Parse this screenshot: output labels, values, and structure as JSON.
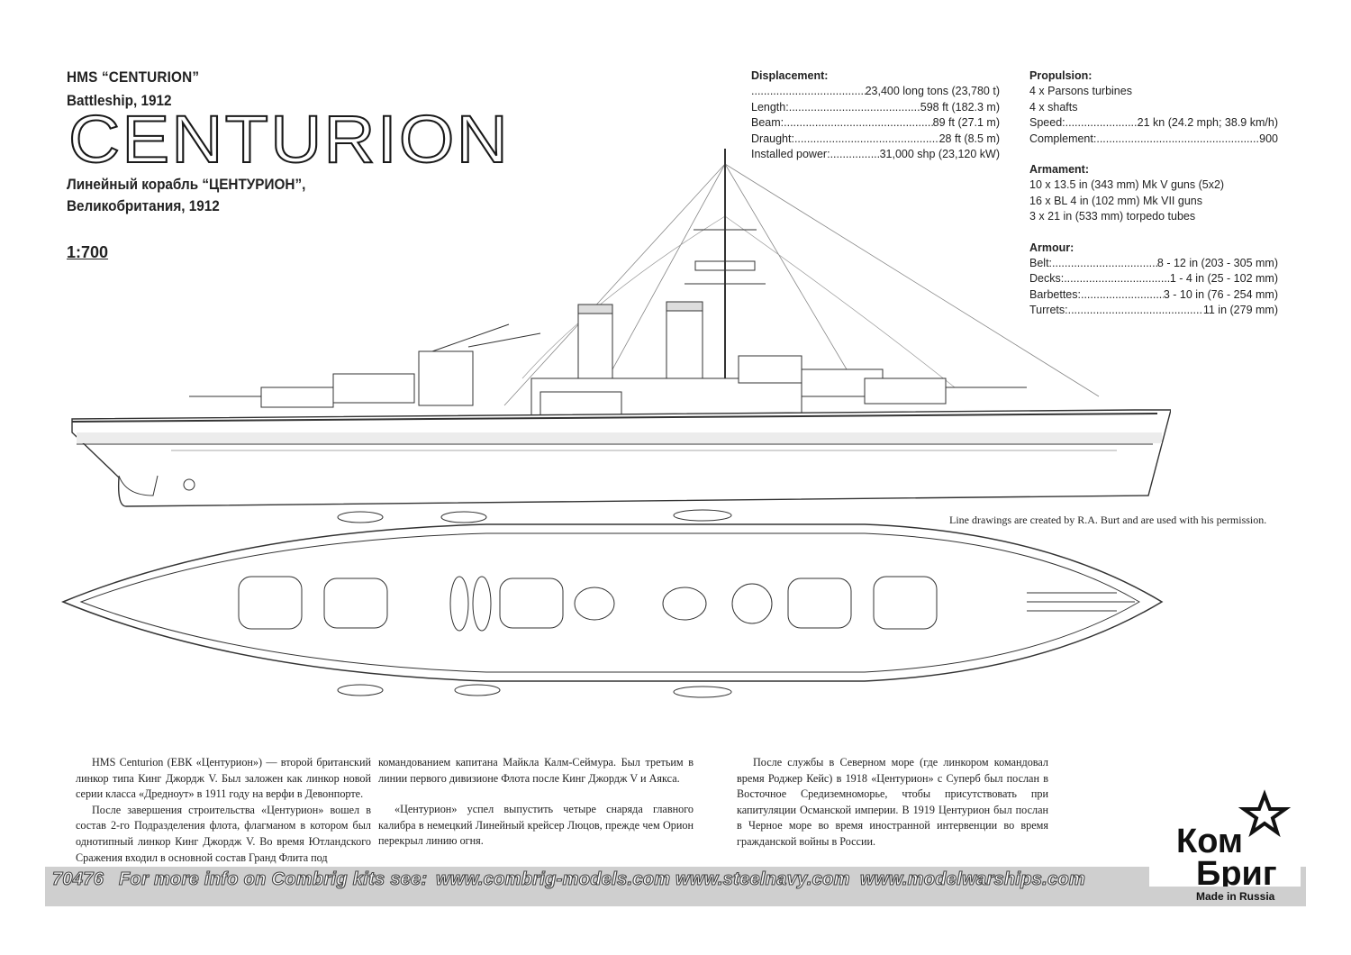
{
  "header": {
    "ship_name": "HMS “CENTURION”",
    "ship_type": "Battleship, 1912",
    "big_title": "CENTURION",
    "russian_line1": "Линейный корабль “ЦЕНТУРИОН”,",
    "russian_line2": "Великобритания, 1912",
    "scale": "1:700"
  },
  "specs_left": {
    "displacement_heading": "Displacement:",
    "displacement_value": "23,400 long tons (23,780 t)",
    "rows": [
      {
        "label": "Length:",
        "value": "598 ft (182.3 m)"
      },
      {
        "label": "Beam:",
        "value": "89 ft (27.1 m)"
      },
      {
        "label": "Draught:",
        "value": "28 ft (8.5 m)"
      },
      {
        "label": "Installed power:",
        "value": "31,000 shp (23,120 kW)"
      }
    ]
  },
  "specs_right": {
    "propulsion_heading": "Propulsion:",
    "propulsion_lines": [
      "4 x Parsons turbines",
      "4 x shafts"
    ],
    "speed_label": "Speed:",
    "speed_value": "21 kn (24.2 mph; 38.9 km/h)",
    "complement_label": "Complement:",
    "complement_value": "900",
    "armament_heading": "Armament:",
    "armament_lines": [
      "10 x 13.5 in (343 mm) Mk V guns (5x2)",
      "16 x BL 4 in (102 mm) Mk VII guns",
      "3 x 21 in (533 mm) torpedo tubes"
    ],
    "armour_heading": "Armour:",
    "armour_rows": [
      {
        "label": "Belt:",
        "value": "8 - 12 in (203 - 305 mm)"
      },
      {
        "label": "Decks:",
        "value": "1 - 4 in (25 - 102 mm)"
      },
      {
        "label": "Barbettes:",
        "value": "3 - 10 in (76 - 254 mm)"
      },
      {
        "label": "Turrets:",
        "value": "11 in (279 mm)"
      }
    ]
  },
  "credit": "Line drawings are created by R.A. Burt and are used with his permission.",
  "body_text": {
    "col1": [
      "HMS Centurion (ЕВК «Центурион») — второй британский линкор типа Кинг Джордж V. Был заложен как линкор новой серии класса «Дредноут» в 1911 году на верфи в Девонпорте.",
      "После завершения строительства «Центурион» вошел в состав 2-го Подразделения флота, флагманом в котором был однотипный линкор Кинг Джордж V. Во время Ютландского Сражения входил в основной состав Гранд Флита под"
    ],
    "col2": [
      "командованием капитана Майкла Калм-Сеймура. Был третьим в линии первого дивизионе Флота после Кинг Джордж V и Аякса.",
      "«Центурион» успел выпустить четыре снаряда главного калибра в немецкий Линейный крейсер Люцов, прежде чем Орион перекрыл линию огня."
    ],
    "col3": [
      "После службы в Северном море (где линкором командовал время Роджер Кейс) в 1918 «Центурион» с Суперб был послан в Восточное Средиземноморье, чтобы присутствовать при капитуляции Османской империи. В 1919 Центурион был послан в Черное море во время иностранной интервенции во время гражданской войны в России."
    ]
  },
  "footer": {
    "kit_number": "70476",
    "label": "For more info on Combrig kits see:",
    "urls": [
      "www.combrig-models.com",
      "www.steelnavy.com",
      "www.modelwarships.com"
    ]
  },
  "logo": {
    "text_top": "Ком",
    "text_bottom": "Бриг",
    "made_in": "Made in Russia"
  }
}
